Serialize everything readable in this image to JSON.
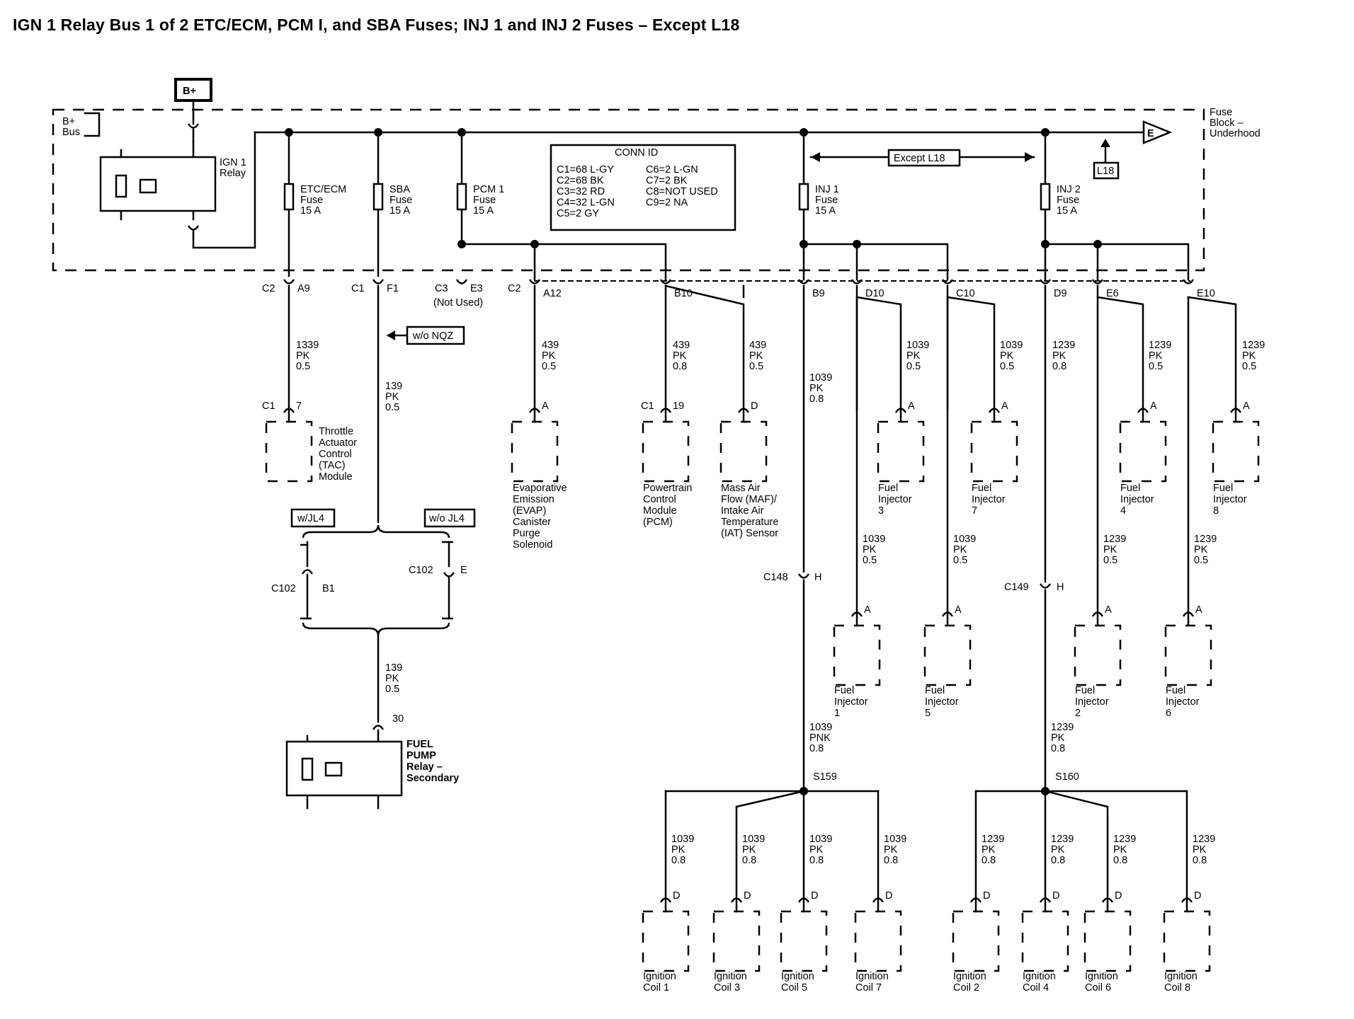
{
  "title": "IGN 1 Relay Bus 1 of 2 ETC/ECM, PCM I, and SBA Fuses; INJ 1 and INJ 2 Fuses – Except L18",
  "labels": {
    "b_plus_box": "B+",
    "b_plus_bus": [
      "B+",
      "Bus"
    ],
    "ign1_relay": [
      "IGN 1",
      "Relay"
    ],
    "fuse_block": [
      "Fuse",
      "Block –",
      "Underhood"
    ],
    "e_arrow": "E",
    "except_l18": "Except L18",
    "l18": "L18",
    "wo_nqz": "w/o NQZ",
    "w_jl4": "w/JL4",
    "wo_jl4": "w/o JL4",
    "not_used": "(Not Used)"
  },
  "conn_id": {
    "title": "CONN ID",
    "left": [
      "C1=68 L-GY",
      "C2=68 BK",
      "C3=32 RD",
      "C4=32 L-GN",
      "C5=2 GY"
    ],
    "right": [
      "C6=2 L-GN",
      "C7=2 BK",
      "C8=NOT USED",
      "C9=2 NA"
    ]
  },
  "fuses": [
    {
      "name": [
        "ETC/ECM",
        "Fuse",
        "15 A"
      ]
    },
    {
      "name": [
        "SBA",
        "Fuse",
        "15 A"
      ]
    },
    {
      "name": [
        "PCM 1",
        "Fuse",
        "15 A"
      ]
    },
    {
      "name": [
        "INJ 1",
        "Fuse",
        "15 A"
      ]
    },
    {
      "name": [
        "INJ 2",
        "Fuse",
        "15 A"
      ]
    }
  ],
  "connectors_top": [
    {
      "conn": "C2",
      "pin": "A9"
    },
    {
      "conn": "C1",
      "pin": "F1"
    },
    {
      "conn": "C3",
      "pin": "E3"
    },
    {
      "conn": "C2",
      "pin": "A12"
    },
    {
      "conn": "",
      "pin": "B10"
    },
    {
      "conn": "",
      "pin": "B9"
    },
    {
      "conn": "",
      "pin": "D10"
    },
    {
      "conn": "",
      "pin": "C10"
    },
    {
      "conn": "",
      "pin": "D9"
    },
    {
      "conn": "",
      "pin": "E6"
    },
    {
      "conn": "",
      "pin": "E10"
    }
  ],
  "wires": {
    "w1339": [
      "1339",
      "PK",
      "0.5"
    ],
    "w139": [
      "139",
      "PK",
      "0.5"
    ],
    "w439a": [
      "439",
      "PK",
      "0.5"
    ],
    "w439b": [
      "439",
      "PK",
      "0.8"
    ],
    "w439c": [
      "439",
      "PK",
      "0.5"
    ],
    "w1039_08": [
      "1039",
      "PK",
      "0.8"
    ],
    "w1039_05": [
      "1039",
      "PK",
      "0.5"
    ],
    "w1239_08": [
      "1239",
      "PK",
      "0.8"
    ],
    "w1239_05": [
      "1239",
      "PK",
      "0.5"
    ],
    "w1039_pnk": [
      "1039",
      "PNK",
      "0.8"
    ]
  },
  "components": {
    "tac": [
      "Throttle",
      "Actuator",
      "Control",
      "(TAC)",
      "Module"
    ],
    "evap": [
      "Evaporative",
      "Emission",
      "(EVAP)",
      "Canister",
      "Purge",
      "Solenoid"
    ],
    "pcm": [
      "Powertrain",
      "Control",
      "Module",
      "(PCM)"
    ],
    "maf": [
      "Mass Air",
      "Flow (MAF)/",
      "Intake Air",
      "Temperature",
      "(IAT) Sensor"
    ],
    "fuel_pump": [
      "FUEL",
      "PUMP",
      "Relay –",
      "Secondary"
    ],
    "inj3": [
      "Fuel",
      "Injector",
      "3"
    ],
    "inj7": [
      "Fuel",
      "Injector",
      "7"
    ],
    "inj4": [
      "Fuel",
      "Injector",
      "4"
    ],
    "inj8": [
      "Fuel",
      "Injector",
      "8"
    ],
    "inj1": [
      "Fuel",
      "Injector",
      "1"
    ],
    "inj5": [
      "Fuel",
      "Injector",
      "5"
    ],
    "inj2": [
      "Fuel",
      "Injector",
      "2"
    ],
    "inj6": [
      "Fuel",
      "Injector",
      "6"
    ]
  },
  "component_pins": {
    "tac": {
      "conn": "C1",
      "pin": "7"
    },
    "pcm": {
      "conn": "C1",
      "pin": "19"
    },
    "pin_a": "A",
    "pin_d": "D",
    "pump": "30"
  },
  "inline": {
    "c102_left": {
      "conn": "C102",
      "pin": "B1"
    },
    "c102_right": {
      "conn": "C102",
      "pin": "E"
    },
    "c148": {
      "conn": "C148",
      "pin": "H"
    },
    "c149": {
      "conn": "C149",
      "pin": "H"
    },
    "s159": "S159",
    "s160": "S160"
  },
  "coils": [
    "Ignition Coil 1",
    "Ignition Coil 3",
    "Ignition Coil 5",
    "Ignition Coil 7",
    "Ignition Coil 2",
    "Ignition Coil 4",
    "Ignition Coil 6",
    "Ignition Coil 8"
  ],
  "coil_labels": [
    [
      "Ignition",
      "Coil 1"
    ],
    [
      "Ignition",
      "Coil 3"
    ],
    [
      "Ignition",
      "Coil 5"
    ],
    [
      "Ignition",
      "Coil 7"
    ],
    [
      "Ignition",
      "Coil 2"
    ],
    [
      "Ignition",
      "Coil 4"
    ],
    [
      "Ignition",
      "Coil 6"
    ],
    [
      "Ignition",
      "Coil 8"
    ]
  ]
}
